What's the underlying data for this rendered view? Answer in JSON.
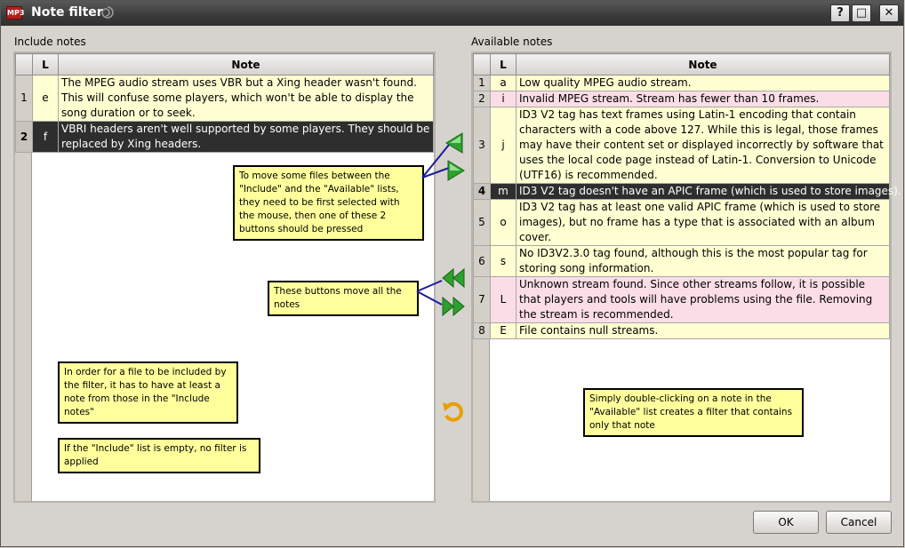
{
  "window": {
    "title": "Note filter",
    "app_icon_label": "MP3",
    "help_label": "?",
    "maximize_label": "□",
    "close_label": "✕"
  },
  "include": {
    "label": "Include notes",
    "columns": [
      "L",
      "Note"
    ],
    "rows": [
      {
        "num": "1",
        "l": "e",
        "note": "The MPEG audio stream uses VBR but a Xing header wasn't found. This will confuse some players, which won't be able to display the song duration or to seek."
      },
      {
        "num": "2",
        "l": "f",
        "note": "VBRI headers aren't well supported by some players. They should be replaced by Xing headers."
      }
    ]
  },
  "available": {
    "label": "Available notes",
    "columns": [
      "L",
      "Note"
    ],
    "rows": [
      {
        "num": "1",
        "l": "a",
        "note": "Low quality MPEG audio stream."
      },
      {
        "num": "2",
        "l": "i",
        "note": "Invalid MPEG stream. Stream has fewer than 10 frames."
      },
      {
        "num": "3",
        "l": "j",
        "note": "ID3 V2 tag has text frames using Latin-1 encoding that contain characters with a code above 127. While this is legal, those frames may have their content set or displayed incorrectly by software that uses the local code page instead of Latin-1. Conversion to Unicode (UTF16) is recommended."
      },
      {
        "num": "4",
        "l": "m",
        "note": "ID3 V2 tag doesn't have an APIC frame (which is used to store images)."
      },
      {
        "num": "5",
        "l": "o",
        "note": "ID3 V2 tag has at least one valid APIC frame (which is used to store images), but no frame has a type that is associated with an album cover."
      },
      {
        "num": "6",
        "l": "s",
        "note": "No ID3V2.3.0 tag found, although this is the most popular tag for storing song information."
      },
      {
        "num": "7",
        "l": "L",
        "note": "Unknown stream found. Since other streams follow, it is possible that players and tools will have problems using the file. Removing the stream is recommended."
      },
      {
        "num": "8",
        "l": "E",
        "note": "File contains null streams."
      }
    ]
  },
  "annotations": {
    "move_selected": "To move some files between the \"Include\" and the \"Available\" lists, they need to be first selected with the mouse, then one of these 2 buttons should be pressed",
    "move_all": "These buttons move all the notes",
    "include_rule": "In order for a file to be included by the filter, it has to have at least a note from those in the \"Include notes\"",
    "empty_rule": "If the \"Include\" list is empty, no filter is applied",
    "double_click": "Simply double-clicking on a note in the \"Available\" list creates a filter that contains only that note"
  },
  "buttons": {
    "ok": "OK",
    "cancel": "Cancel"
  },
  "colors": {
    "note_yellow": "#ffffd2",
    "note_pink": "#fbdde8",
    "selected_row": "#2e2e2e",
    "arrow_green": "#2ea02e",
    "annotation_bg": "#ffff9c",
    "pointer_line": "#1c1c9c"
  },
  "icons": {
    "move_left": "green-triangle-left-icon",
    "move_right": "green-triangle-right-icon",
    "move_all_left": "green-double-left-icon",
    "move_all_right": "green-double-right-icon",
    "reset": "orange-undo-icon"
  }
}
